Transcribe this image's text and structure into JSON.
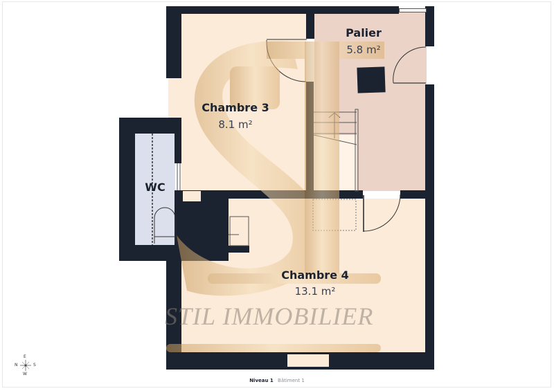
{
  "floorplan": {
    "rooms": [
      {
        "id": "palier",
        "name": "Palier",
        "area": "5.8 m²",
        "color": "#ecd3c7"
      },
      {
        "id": "chambre3",
        "name": "Chambre 3",
        "area": "8.1 m²",
        "color": "#fdebd9"
      },
      {
        "id": "wc",
        "name": "WC",
        "area": "",
        "color": "#dce0ec"
      },
      {
        "id": "chambre4",
        "name": "Chambre 4",
        "area": "13.1 m²",
        "color": "#fdebd9"
      }
    ],
    "wall_color": "#1b2230"
  },
  "watermark": {
    "text": "STIL IMMOBILIER",
    "color": "#d9b98a"
  },
  "compass": {
    "north": "N",
    "east": "E",
    "south": "S",
    "west": "W"
  },
  "footer": {
    "level": "Niveau 1",
    "building": "Bâtiment 1"
  }
}
